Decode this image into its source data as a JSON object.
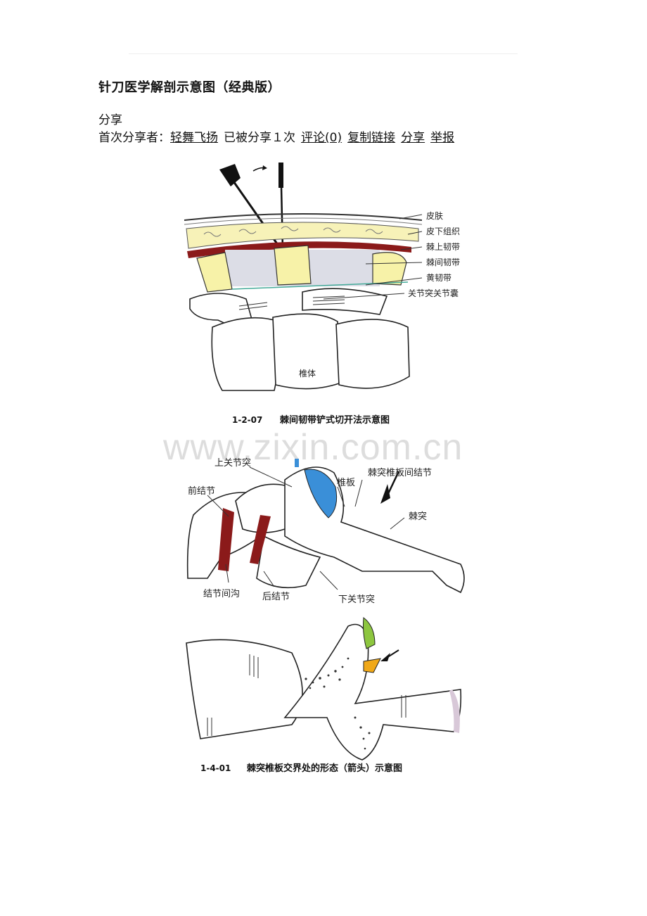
{
  "doc": {
    "title": "针刀医学解剖示意图（经典版）",
    "share_heading": "分享",
    "meta": {
      "first_sharer_label": "首次分享者：",
      "sharer": "轻舞飞扬",
      "shared_count": "已被分享１次",
      "comment": "评论(0)",
      "copy_link": "复制链接",
      "share": "分享",
      "report": "举报"
    }
  },
  "figure1": {
    "labels": [
      "皮肤",
      "皮下组织",
      "棘上韧带",
      "棘间韧带",
      "黄韧带",
      "关节突关节囊",
      "椎体"
    ],
    "caption_number": "1-2-07",
    "caption_text": "棘间韧带铲式切开法示意图"
  },
  "figure2": {
    "labels": [
      "上关节突",
      "椎板",
      "棘突椎板间结节",
      "前结节",
      "棘突",
      "结节间沟",
      "后结节",
      "下关节突"
    ]
  },
  "figure3": {
    "caption_number": "1-4-01",
    "caption_text": "棘突椎板交界处的形态（箭头）示意图"
  },
  "watermark": "www.zixin.com.cn",
  "colors": {
    "ligament_red": "#8b1a1a",
    "ligament_yellow": "#f7f2a8",
    "blue": "#3a8fd8",
    "green": "#8dc63f",
    "orange": "#f0a818"
  }
}
